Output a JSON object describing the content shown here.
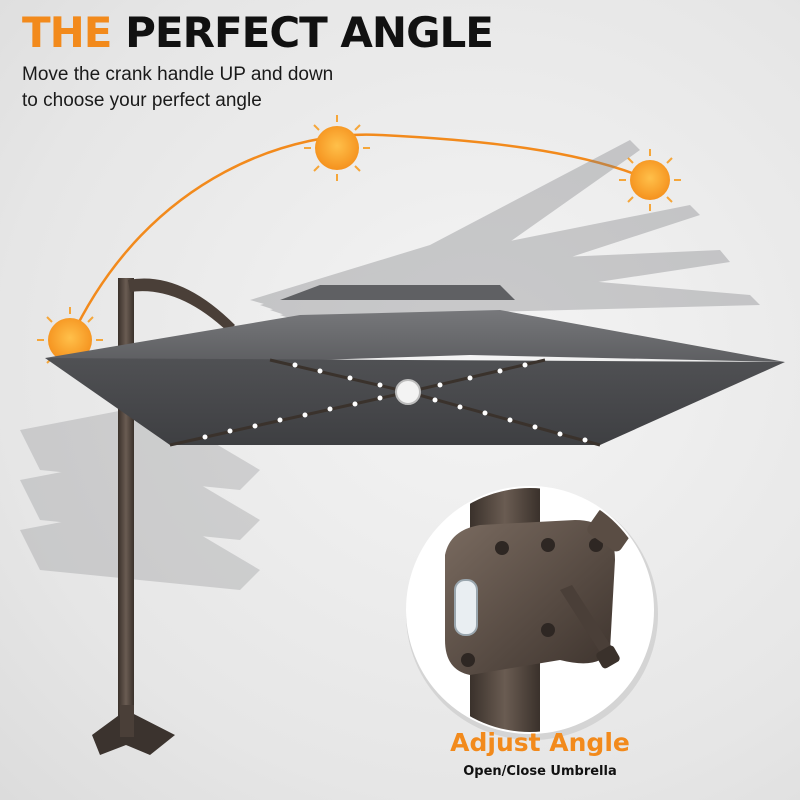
{
  "headline": {
    "accent": "THE",
    "rest": "PERFECT ANGLE"
  },
  "subtext": {
    "line1": "Move the crank handle UP and down",
    "line2": "to choose your perfect angle"
  },
  "callout": {
    "title": "Adjust Angle",
    "subtitle": "Open/Close Umbrella"
  },
  "colors": {
    "accent": "#f28a1c",
    "canopy": "#6b6c6f",
    "frame": "#4a3f38"
  },
  "icons": [
    "sun-icon",
    "led-light-icon",
    "crank-handle-icon"
  ]
}
